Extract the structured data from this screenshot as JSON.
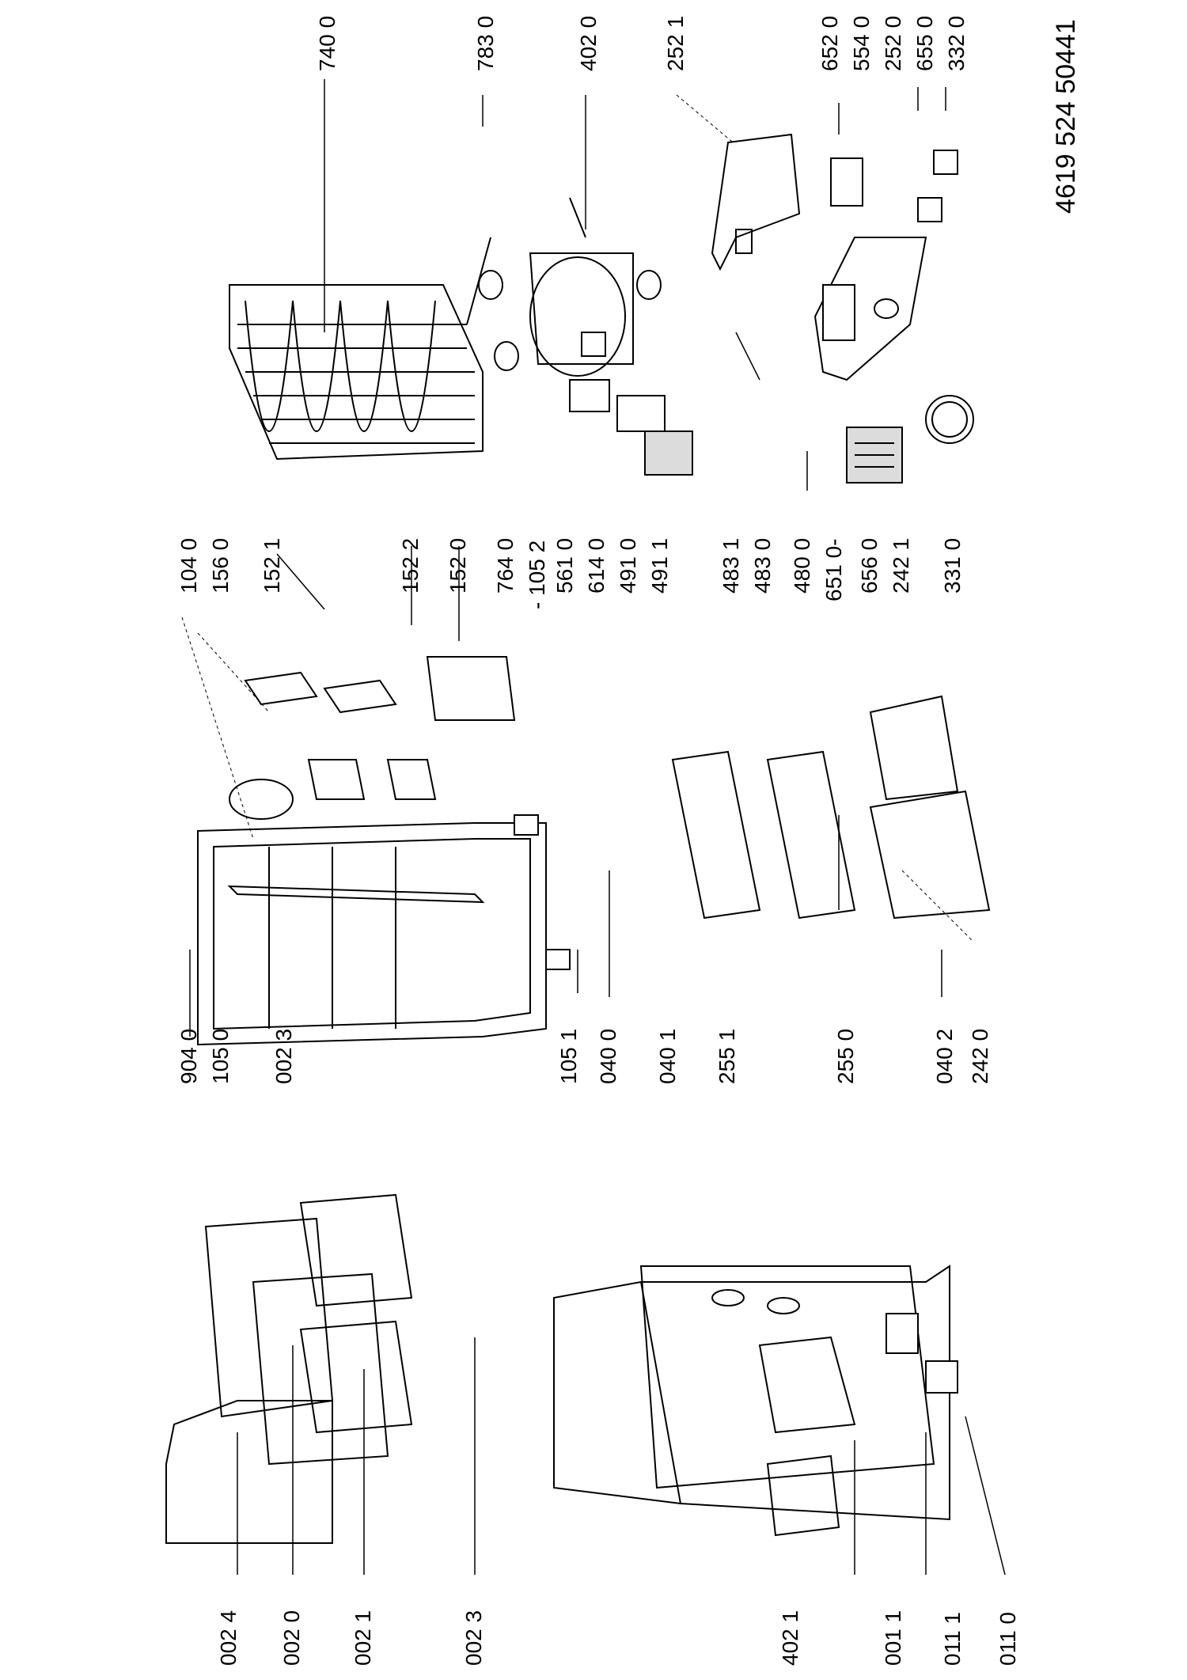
{
  "document_code": "4619 524 50441",
  "labels": {
    "l_740_0": "740 0",
    "l_783_0": "783 0",
    "l_402_0": "402 0",
    "l_252_1": "252 1",
    "l_652_0": "652 0",
    "l_554_0": "554 0",
    "l_252_0": "252 0",
    "l_655_0": "655 0",
    "l_332_0": "332 0",
    "l_104_0": "104 0",
    "l_156_0": "156 0",
    "l_152_1": "152 1",
    "l_152_2": "152 2",
    "l_152_0": "152 0",
    "l_764_0": "764 0",
    "l_105_2": "- 105 2",
    "l_561_0": "561 0",
    "l_614_0": "614 0",
    "l_491_0": "491 0",
    "l_491_1": "491 1",
    "l_483_1": "483 1",
    "l_483_0": "483 0",
    "l_480_0": "480 0",
    "l_651_0": "651 0-",
    "l_656_0": "656 0",
    "l_242_1": "242 1",
    "l_331_0": "331 0",
    "l_904_0": "904 0",
    "l_105_0": "105 0",
    "l_002_3b": "002 3",
    "l_105_1": "105 1",
    "l_040_0": "040 0",
    "l_040_1": "040 1",
    "l_255_1": "255 1",
    "l_255_0": "255 0",
    "l_040_2": "040 2",
    "l_242_0": "242 0",
    "l_002_4": "002 4",
    "l_002_0": "002 0",
    "l_002_1": "002 1",
    "l_002_3": "002 3",
    "l_402_1": "402 1",
    "l_001_1": "001 1",
    "l_011_1": "011 1",
    "l_011_0": "011 0"
  }
}
